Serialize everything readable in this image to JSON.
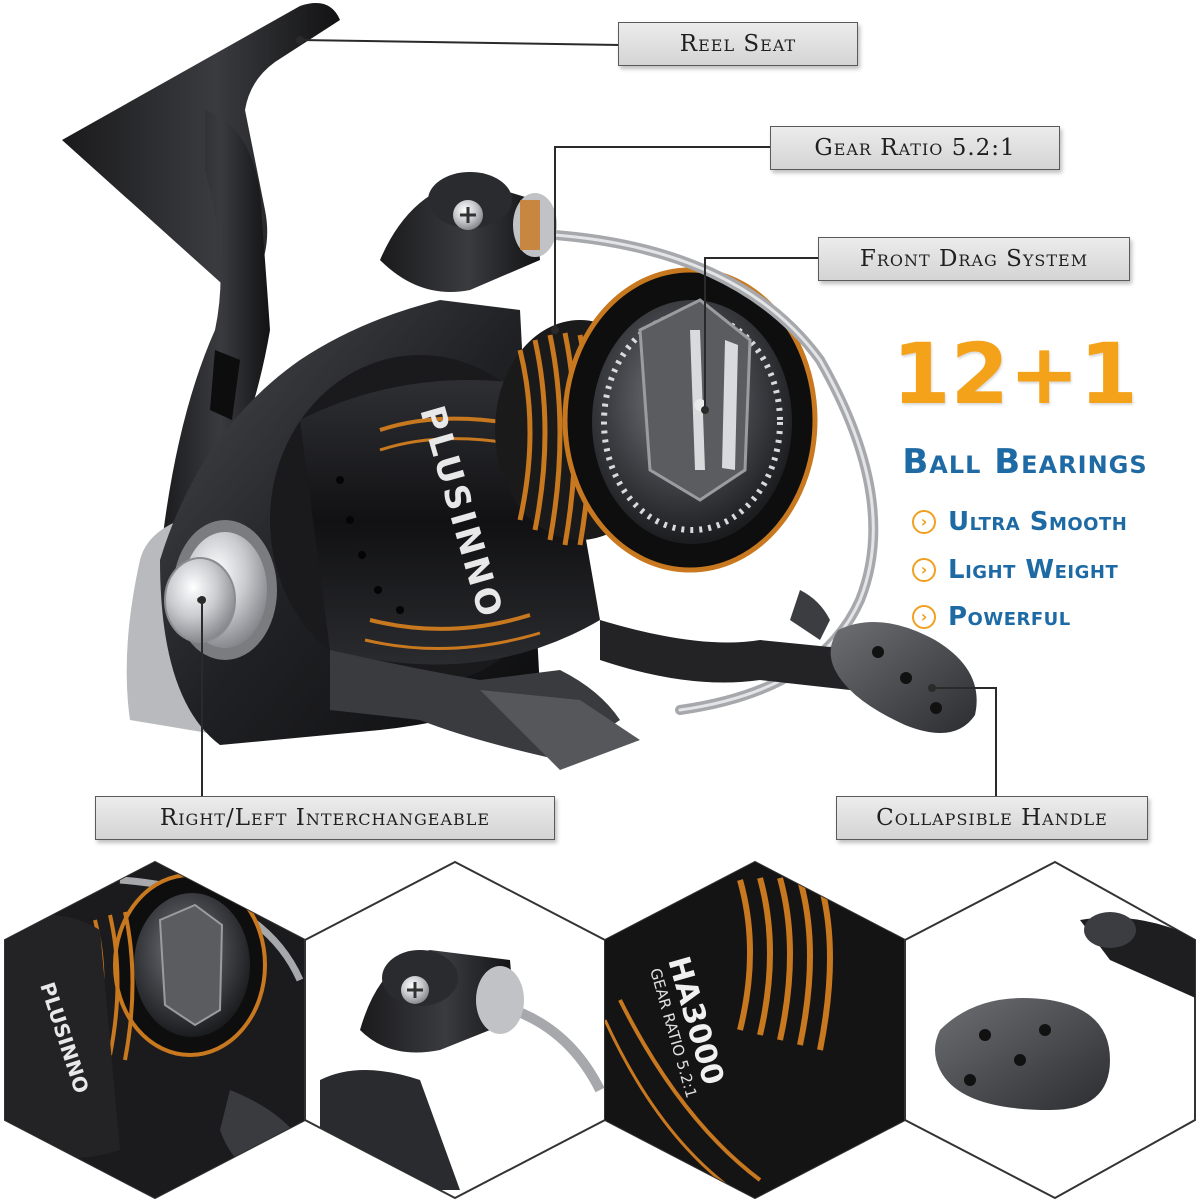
{
  "callouts": {
    "reel_seat": "Reel Seat",
    "gear_ratio": "Gear Ratio 5.2:1",
    "front_drag": "Front Drag System",
    "interchangeable": "Right/Left Interchangeable",
    "handle": "Collapsible Handle"
  },
  "bearings": {
    "count": "12+1",
    "label": "Ball Bearings"
  },
  "features": [
    "Ultra Smooth",
    "Light Weight",
    "Powerful"
  ],
  "brand_text": "PLUSINNO",
  "detail_text": {
    "model": "HA3000",
    "ratio": "GEAR RATIO 5.2:1"
  },
  "colors": {
    "accent_orange": "#f4a21a",
    "accent_blue": "#1e6aa5",
    "reel_black": "#1c1c1e",
    "copper": "#c8781e"
  }
}
